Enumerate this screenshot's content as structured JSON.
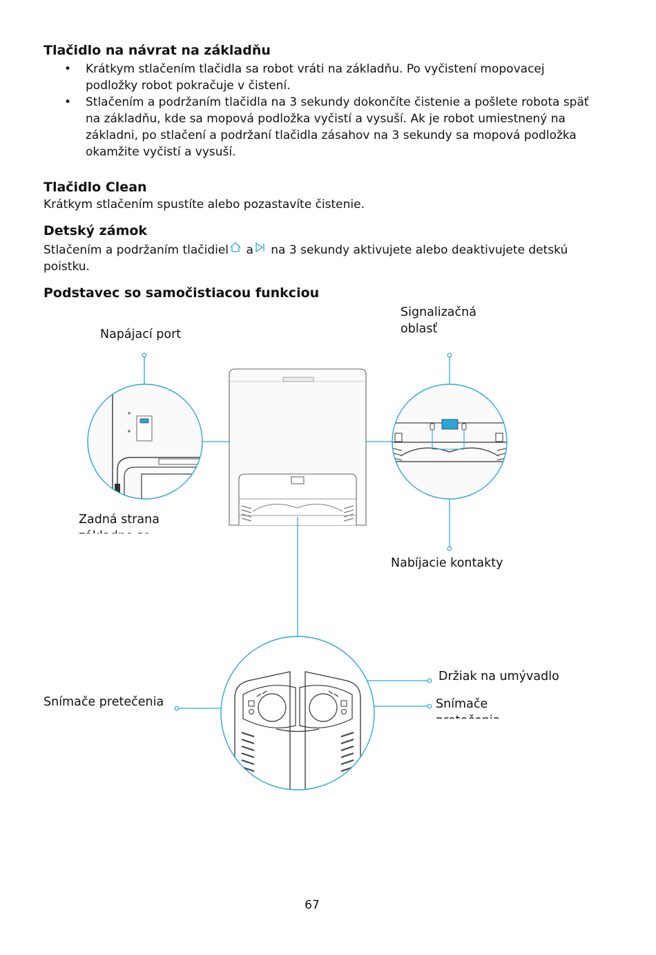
{
  "sections": {
    "return_button": {
      "heading": "Tlačidlo na návrat na základňu",
      "bullets": [
        "Krátkym stlačením tlačidla sa robot vráti na základňu. Po vyčistení mopovacej podložky robot pokračuje v čistení.",
        "Stlačením a podržaním tlačidla na 3 sekundy dokončíte čistenie a pošlete robota späť na základňu, kde sa mopová podložka vyčistí a vysuší. Ak je robot umiestnený na základni, po stlačení a podržaní tlačidla zásahov na 3 sekundy sa mopová podložka okamžite vyčistí a vysuší."
      ]
    },
    "clean_button": {
      "heading": "Tlačidlo Clean",
      "text": "Krátkym stlačením spustíte alebo pozastavíte čistenie."
    },
    "child_lock": {
      "heading": "Detský zámok",
      "text_before": "Stlačením a podržaním tlačidiel",
      "text_and": "a",
      "text_after": "na 3 sekundy aktivujete alebo deaktivujete detskú",
      "text_line2": "poistku."
    },
    "base_station": {
      "heading": "Podstavec so samočistiacou funkciou"
    }
  },
  "diagram": {
    "labels": {
      "power_port": "Napájací port",
      "signal_area_line1": "Signalizačná",
      "signal_area_line2": "oblasť",
      "back_side": "Zadná strana",
      "back_side_cut": "základne so",
      "charging_contacts": "Nabíjacie kontakty",
      "sink_holder": "Držiak na umývadlo",
      "overflow_sensors_left": "Snímače pretečenia",
      "overflow_sensors_right": "Snímače",
      "overflow_sensors_right_cut": "pretečenia"
    },
    "accent_color": "#29a8d8"
  },
  "page_number": "67"
}
